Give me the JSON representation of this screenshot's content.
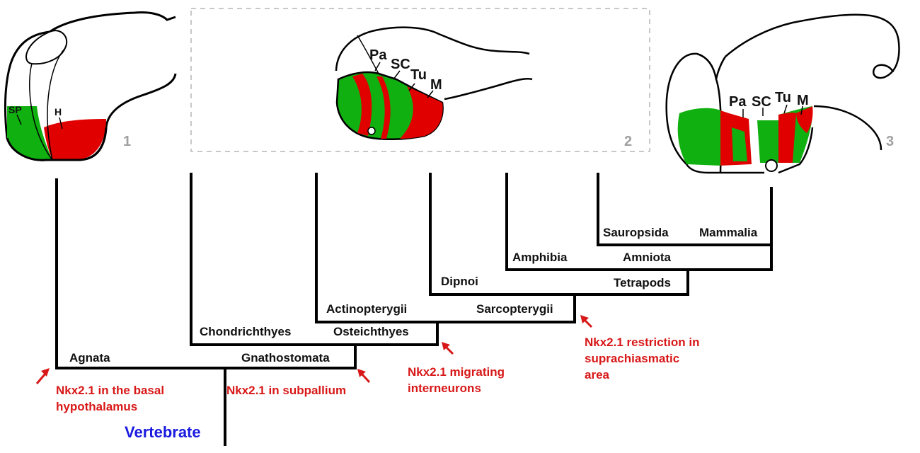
{
  "colors": {
    "green": "#10b010",
    "red": "#e00000",
    "dark_red": "#a01010",
    "annotation": "#d81818",
    "root_label": "#1a1ae0",
    "line": "#000000",
    "panel_number": "#a0a0a0",
    "box_border": "#c8c8c8"
  },
  "panels": {
    "p1": {
      "number": "1",
      "labels": {
        "sp": "SP",
        "h": "H"
      }
    },
    "p2": {
      "number": "2",
      "labels": {
        "pa": "Pa",
        "sc": "SC",
        "tu": "Tu",
        "m": "M"
      }
    },
    "p3": {
      "number": "3",
      "labels": {
        "pa": "Pa",
        "sc": "SC",
        "tu": "Tu",
        "m": "M"
      }
    }
  },
  "tree": {
    "root": "Vertebrate",
    "taxa": {
      "agnata": "Agnata",
      "gnathostomata": "Gnathostomata",
      "chondrichthyes": "Chondrichthyes",
      "osteichthyes": "Osteichthyes",
      "actinopterygii": "Actinopterygii",
      "sarcopterygii": "Sarcopterygii",
      "dipnoi": "Dipnoi",
      "tetrapods": "Tetrapods",
      "amphibia": "Amphibia",
      "amniota": "Amniota",
      "sauropsida": "Sauropsida",
      "mammalia": "Mammalia"
    }
  },
  "annotations": {
    "basal_hypothalamus": {
      "line1": "Nkx2.1 in the basal",
      "line2": "hypothalamus"
    },
    "subpallium": {
      "line1": "Nkx2.1 in subpallium"
    },
    "migrating": {
      "line1": "Nkx2.1  migrating",
      "line2": "interneurons"
    },
    "restriction": {
      "line1": "Nkx2.1  restriction in",
      "line2": "suprachiasmatic",
      "line3": "area"
    }
  }
}
